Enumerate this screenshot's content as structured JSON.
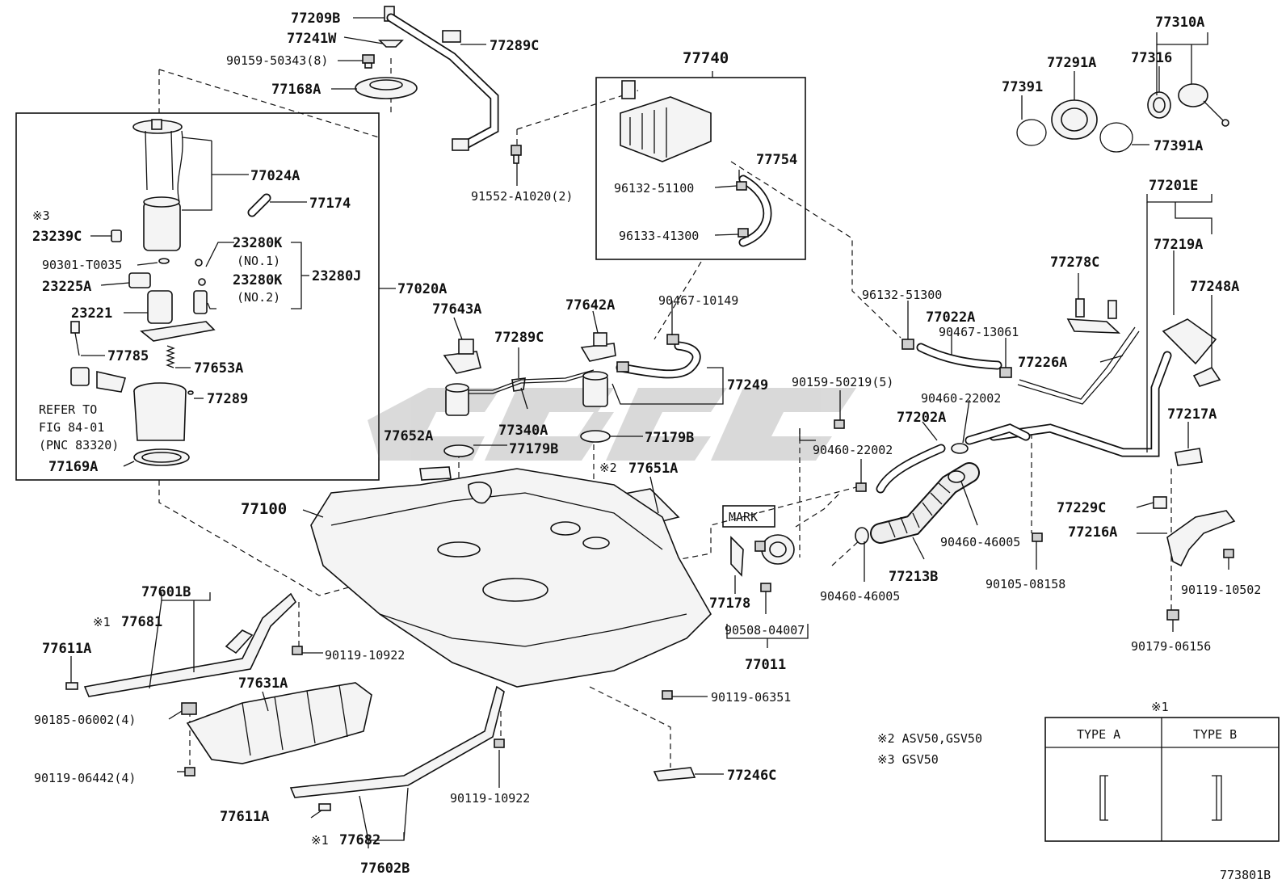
{
  "labels": {
    "p77209B": "77209B",
    "p77241W": "77241W",
    "p90159_50343": "90159-50343(8)",
    "p77168A": "77168A",
    "p77289C_top": "77289C",
    "p77740": "77740",
    "p77754": "77754",
    "p96132_51100": "96132-51100",
    "p96133_41300": "96133-41300",
    "p91552": "91552-A1020(2)",
    "p77310A": "77310A",
    "p77316": "77316",
    "p77291A": "77291A",
    "p77391": "77391",
    "p77391A": "77391A",
    "p77024A": "77024A",
    "p77174": "77174",
    "mark3a": "※3",
    "p23239C": "23239C",
    "p23280K_1": "23280K",
    "no1": "(NO.1)",
    "p90301": "90301-T0035",
    "p23280J": "23280J",
    "p23280K_2": "23280K",
    "no2": "(NO.2)",
    "p23225A": "23225A",
    "p23221": "23221",
    "p77020A": "77020A",
    "p77785": "77785",
    "p77653A": "77653A",
    "refer1": "REFER TO",
    "refer2": "FIG 84-01",
    "refer3": "(PNC 83320)",
    "p77289": "77289",
    "p77169A": "77169A",
    "p77643A": "77643A",
    "p77642A": "77642A",
    "p77289C_mid": "77289C",
    "p90467_10149": "90467-10149",
    "p77249": "77249",
    "p77340A": "77340A",
    "p77652A": "77652A",
    "p77179B_l": "77179B",
    "p77179B_r": "77179B",
    "mark2": "※2",
    "p77651A": "77651A",
    "p96132_51300": "96132-51300",
    "p77022A": "77022A",
    "p90467_13061": "90467-13061",
    "p77278C": "77278C",
    "p77201E": "77201E",
    "p77219A": "77219A",
    "p77248A": "77248A",
    "p77226A": "77226A",
    "p90159_50219": "90159-50219(5)",
    "p90460_22002_a": "90460-22002",
    "p77202A": "77202A",
    "p90460_22002_b": "90460-22002",
    "p77217A": "77217A",
    "p77100": "77100",
    "mark_box": "MARK",
    "p77229C": "77229C",
    "p77216A": "77216A",
    "p90460_46005_a": "90460-46005",
    "p77213B": "77213B",
    "p90105_08158": "90105-08158",
    "p90119_10502": "90119-10502",
    "p90460_46005_b": "90460-46005",
    "p77178": "77178",
    "p90508_04007": "90508-04007",
    "p77011": "77011",
    "p90179_06156": "90179-06156",
    "p77601B": "77601B",
    "mark1a": "※1",
    "p77681": "77681",
    "p77611A_top": "77611A",
    "p90119_10922_top": "90119-10922",
    "p77631A": "77631A",
    "p90185_06002": "90185-06002(4)",
    "p90119_06442": "90119-06442(4)",
    "p90119_06351": "90119-06351",
    "p77246C": "77246C",
    "p90119_10922_bot": "90119-10922",
    "p77611A_bot": "77611A",
    "mark1b": "※1",
    "p77682": "77682",
    "p77602B": "77602B",
    "note2": "※2 ASV50,GSV50",
    "note3": "※3 GSV50",
    "type_mark": "※1",
    "type_a": "TYPE A",
    "type_b": "TYPE B",
    "fig_no": "773801B"
  }
}
